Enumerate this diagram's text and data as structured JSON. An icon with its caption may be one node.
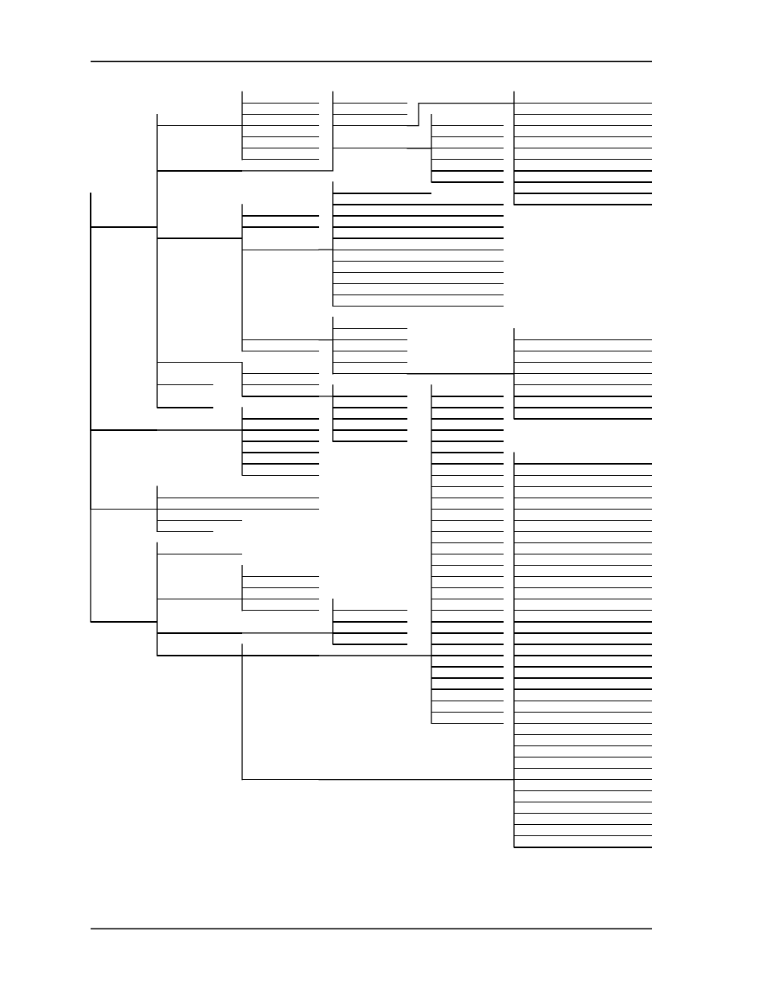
{
  "diagram": {
    "nodes": [
      {
        "text": [],
        "shape": "line"
      },
      {
        "text": [],
        "shape": "line"
      },
      {
        "text": [],
        "shape": "line"
      },
      {
        "text": [],
        "shape": "line"
      },
      {
        "text": [],
        "shape": "line"
      },
      {
        "text": [],
        "shape": "line"
      },
      {
        "text": [],
        "shape": "line"
      },
      {
        "text": [],
        "shape": "line"
      },
      {
        "text": [],
        "shape": "line"
      },
      {
        "text": [],
        "shape": "line"
      },
      {
        "text": [],
        "shape": "line"
      },
      {
        "text": [],
        "shape": "line"
      },
      {
        "text": [],
        "shape": "line"
      },
      {
        "text": [],
        "shape": "line"
      },
      {
        "text": [],
        "shape": "line"
      },
      {
        "text": [],
        "shape": "line"
      },
      {
        "text": [],
        "shape": "line"
      },
      {
        "text": [],
        "shape": "line"
      },
      {
        "text": [],
        "shape": "line"
      },
      {
        "text": [],
        "shape": "line"
      },
      {
        "text": [],
        "shape": "line"
      },
      {
        "text": [],
        "shape": "line"
      },
      {
        "text": [],
        "shape": "line"
      },
      {
        "text": [],
        "shape": "line"
      },
      {
        "text": [],
        "shape": "line"
      },
      {
        "text": [],
        "shape": "line"
      },
      {
        "text": [],
        "shape": "line"
      },
      {
        "text": [],
        "shape": "line"
      },
      {
        "text": [],
        "shape": "line"
      },
      {
        "text": [],
        "shape": "line"
      },
      {
        "text": [],
        "shape": "line"
      },
      {
        "text": [],
        "shape": "line"
      },
      {
        "text": [],
        "shape": "line"
      },
      {
        "text": [],
        "shape": "line"
      },
      {
        "text": [],
        "shape": "line"
      },
      {
        "text": [],
        "shape": "line"
      },
      {
        "text": [],
        "shape": "line"
      },
      {
        "text": [],
        "shape": "line"
      },
      {
        "text": [],
        "shape": "line"
      },
      {
        "text": [],
        "shape": "line"
      },
      {
        "text": [],
        "shape": "line"
      },
      {
        "text": [],
        "shape": "line"
      },
      {
        "text": [],
        "shape": "line"
      },
      {
        "text": [],
        "shape": "line"
      },
      {
        "text": [],
        "shape": "line"
      },
      {
        "text": [],
        "shape": "line"
      },
      {
        "text": [],
        "shape": "line"
      },
      {
        "text": [],
        "shape": "line"
      },
      {
        "text": [],
        "shape": "line"
      },
      {
        "text": [],
        "shape": "line"
      },
      {
        "text": [],
        "shape": "line"
      },
      {
        "text": [],
        "shape": "line"
      },
      {
        "text": [],
        "shape": "line"
      },
      {
        "text": [],
        "shape": "line"
      },
      {
        "text": [],
        "shape": "line"
      },
      {
        "text": [],
        "shape": "line"
      },
      {
        "text": [],
        "shape": "line"
      },
      {
        "text": [],
        "shape": "line"
      },
      {
        "text": [],
        "shape": "line"
      },
      {
        "text": [],
        "shape": "line"
      },
      {
        "text": [],
        "shape": "line"
      },
      {
        "text": [],
        "shape": "line"
      },
      {
        "text": [],
        "shape": "line"
      },
      {
        "text": [],
        "shape": "line"
      },
      {
        "text": [],
        "shape": "line"
      },
      {
        "text": [],
        "shape": "line"
      },
      {
        "text": [],
        "shape": "line"
      },
      {
        "text": [],
        "shape": "line"
      },
      {
        "text": [],
        "shape": "line"
      },
      {
        "text": [],
        "shape": "line"
      },
      {
        "text": [],
        "shape": "line"
      },
      {
        "text": [],
        "shape": "line"
      },
      {
        "text": [],
        "shape": "line"
      },
      {
        "text": [],
        "shape": "line"
      },
      {
        "text": [],
        "shape": "line"
      },
      {
        "text": [],
        "shape": "line"
      },
      {
        "text": [],
        "shape": "line"
      },
      {
        "text": [],
        "shape": "line"
      },
      {
        "text": [],
        "shape": "line"
      },
      {
        "text": [],
        "shape": "line"
      },
      {
        "text": [],
        "shape": "line"
      },
      {
        "text": [],
        "shape": "line"
      },
      {
        "text": [],
        "shape": "line"
      },
      {
        "text": [],
        "shape": "line"
      },
      {
        "text": [],
        "shape": "line"
      },
      {
        "text": [],
        "shape": "line"
      },
      {
        "text": [],
        "shape": "line"
      },
      {
        "text": [],
        "shape": "line"
      },
      {
        "text": [],
        "shape": "line"
      },
      {
        "text": [],
        "shape": "line"
      },
      {
        "text": [],
        "shape": "line"
      },
      {
        "text": [],
        "shape": "line"
      },
      {
        "text": [],
        "shape": "line"
      },
      {
        "text": [],
        "shape": "line"
      },
      {
        "text": [],
        "shape": "line"
      },
      {
        "text": [],
        "shape": "line"
      },
      {
        "text": [],
        "shape": "line"
      },
      {
        "text": [],
        "shape": "line"
      },
      {
        "text": [],
        "shape": "line"
      },
      {
        "text": [],
        "shape": "line"
      },
      {
        "text": [],
        "shape": "line"
      },
      {
        "text": [],
        "shape": "line"
      },
      {
        "text": [],
        "shape": "line"
      },
      {
        "text": [],
        "shape": "line"
      },
      {
        "text": [],
        "shape": "line"
      },
      {
        "text": [],
        "shape": "line"
      },
      {
        "text": [],
        "shape": "line"
      },
      {
        "text": [],
        "shape": "line"
      },
      {
        "text": [],
        "shape": "line"
      },
      {
        "text": [],
        "shape": "line"
      },
      {
        "text": [],
        "shape": "line"
      },
      {
        "text": [],
        "shape": "line"
      },
      {
        "text": [],
        "shape": "line"
      },
      {
        "text": [],
        "shape": "line"
      },
      {
        "text": [],
        "shape": "line"
      },
      {
        "text": [],
        "shape": "line"
      },
      {
        "text": [],
        "shape": "line"
      },
      {
        "text": [],
        "shape": "line"
      },
      {
        "text": [],
        "shape": "line"
      },
      {
        "text": [],
        "shape": "line"
      },
      {
        "text": [],
        "shape": "line"
      },
      {
        "text": [],
        "shape": "line"
      },
      {
        "text": [],
        "shape": "line"
      },
      {
        "text": [],
        "shape": "line"
      },
      {
        "text": [],
        "shape": "line"
      },
      {
        "text": [],
        "shape": "line"
      },
      {
        "text": [],
        "shape": "line"
      },
      {
        "text": [],
        "shape": "line"
      },
      {
        "text": [],
        "shape": "line"
      },
      {
        "text": [],
        "shape": "line"
      },
      {
        "text": [],
        "shape": "line"
      },
      {
        "text": [],
        "shape": "line"
      },
      {
        "text": [],
        "shape": "line"
      },
      {
        "text": [],
        "shape": "line"
      },
      {
        "text": [],
        "shape": "line"
      },
      {
        "text": [],
        "shape": "line"
      },
      {
        "text": [],
        "shape": "line"
      },
      {
        "text": [],
        "shape": "line"
      },
      {
        "text": [],
        "shape": "line"
      },
      {
        "text": [],
        "shape": "line"
      },
      {
        "text": [],
        "shape": "line"
      },
      {
        "text": [],
        "shape": "line"
      },
      {
        "text": [],
        "shape": "line"
      },
      {
        "text": [],
        "shape": "line"
      },
      {
        "text": [],
        "shape": "line"
      },
      {
        "text": [],
        "shape": "line"
      },
      {
        "text": [],
        "shape": "line"
      },
      {
        "text": [],
        "shape": "line"
      },
      {
        "text": [],
        "shape": "line"
      },
      {
        "text": [],
        "shape": "line"
      },
      {
        "text": [],
        "shape": "line"
      },
      {
        "text": [],
        "shape": "line"
      },
      {
        "text": [],
        "shape": "line"
      },
      {
        "text": [],
        "shape": "line"
      },
      {
        "text": [],
        "shape": "line"
      },
      {
        "text": [],
        "shape": "line"
      },
      {
        "text": [],
        "shape": "line"
      },
      {
        "text": [],
        "shape": "line"
      },
      {
        "text": [],
        "shape": "line"
      },
      {
        "text": [],
        "shape": "line"
      },
      {
        "text": [],
        "shape": "line"
      },
      {
        "text": [],
        "shape": "line"
      }
    ],
    "edges": [
      {
        "from": null,
        "to": 0,
        "arrow": "none"
      },
      {
        "from": 0,
        "to": 1,
        "arrow": "none"
      },
      {
        "from": 1,
        "to": 2,
        "arrow": "none"
      },
      {
        "from": 1,
        "to": 3,
        "arrow": "none"
      },
      {
        "from": 1,
        "to": 4,
        "arrow": "none"
      },
      {
        "from": 1,
        "to": 5,
        "arrow": "none"
      },
      {
        "from": 1,
        "to": 6,
        "arrow": "none"
      },
      {
        "from": 1,
        "to": 7,
        "arrow": "none"
      },
      {
        "from": 0,
        "to": 8,
        "arrow": "none"
      },
      {
        "from": 8,
        "to": 9,
        "arrow": "none"
      },
      {
        "from": 8,
        "to": 10,
        "arrow": "none"
      },
      {
        "from": 8,
        "to": 11,
        "arrow": "none"
      },
      {
        "from": 11,
        "to": 12,
        "arrow": "none"
      },
      {
        "from": 11,
        "to": 13,
        "arrow": "none"
      },
      {
        "from": 11,
        "to": 14,
        "arrow": "none"
      },
      {
        "from": 11,
        "to": 15,
        "arrow": "none"
      },
      {
        "from": 11,
        "to": 16,
        "arrow": "none"
      },
      {
        "from": 11,
        "to": 17,
        "arrow": "none"
      },
      {
        "from": 11,
        "to": 18,
        "arrow": "none"
      },
      {
        "from": 11,
        "to": 19,
        "arrow": "none"
      },
      {
        "from": 11,
        "to": 20,
        "arrow": "none"
      },
      {
        "from": 11,
        "to": 21,
        "arrow": "none"
      },
      {
        "from": 8,
        "to": 22,
        "arrow": "none"
      },
      {
        "from": 22,
        "to": 23,
        "arrow": "none"
      },
      {
        "from": 22,
        "to": 24,
        "arrow": "none"
      },
      {
        "from": 22,
        "to": 25,
        "arrow": "none"
      },
      {
        "from": 22,
        "to": 26,
        "arrow": "none"
      },
      {
        "from": 22,
        "to": 27,
        "arrow": "none"
      },
      {
        "from": 22,
        "to": 28,
        "arrow": "none"
      },
      {
        "from": 0,
        "to": 29,
        "arrow": "none"
      },
      {
        "from": 29,
        "to": 30,
        "arrow": "none"
      },
      {
        "from": 29,
        "to": 31,
        "arrow": "none"
      },
      {
        "from": 29,
        "to": 32,
        "arrow": "none"
      },
      {
        "from": 32,
        "to": 33,
        "arrow": "none"
      },
      {
        "from": 32,
        "to": 34,
        "arrow": "none"
      },
      {
        "from": 32,
        "to": 35,
        "arrow": "none"
      },
      {
        "from": 32,
        "to": 36,
        "arrow": "none"
      },
      {
        "from": 32,
        "to": 37,
        "arrow": "none"
      },
      {
        "from": 32,
        "to": 38,
        "arrow": "none"
      },
      {
        "from": 32,
        "to": 39,
        "arrow": "none"
      },
      {
        "from": 32,
        "to": 40,
        "arrow": "none"
      },
      {
        "from": 32,
        "to": 41,
        "arrow": "none"
      },
      {
        "from": 32,
        "to": 42,
        "arrow": "none"
      },
      {
        "from": 32,
        "to": 43,
        "arrow": "none"
      },
      {
        "from": 29,
        "to": 44,
        "arrow": "none"
      },
      {
        "from": 44,
        "to": 45,
        "arrow": "none"
      },
      {
        "from": 44,
        "to": 46,
        "arrow": "none"
      },
      {
        "from": 44,
        "to": 47,
        "arrow": "none"
      },
      {
        "from": 44,
        "to": 48,
        "arrow": "none"
      },
      {
        "from": 44,
        "to": 49,
        "arrow": "none"
      },
      {
        "from": 49,
        "to": 50,
        "arrow": "none"
      },
      {
        "from": 49,
        "to": 51,
        "arrow": "none"
      },
      {
        "from": 49,
        "to": 52,
        "arrow": "none"
      },
      {
        "from": 49,
        "to": 53,
        "arrow": "none"
      },
      {
        "from": 49,
        "to": 54,
        "arrow": "none"
      },
      {
        "from": 49,
        "to": 55,
        "arrow": "none"
      },
      {
        "from": 49,
        "to": 56,
        "arrow": "none"
      },
      {
        "from": 49,
        "to": 57,
        "arrow": "none"
      },
      {
        "from": 29,
        "to": 58,
        "arrow": "none"
      },
      {
        "from": 0,
        "to": 59,
        "arrow": "none"
      },
      {
        "from": 59,
        "to": 60,
        "arrow": "none"
      },
      {
        "from": 59,
        "to": 61,
        "arrow": "none"
      },
      {
        "from": 59,
        "to": 62,
        "arrow": "none"
      },
      {
        "from": 62,
        "to": 63,
        "arrow": "none"
      },
      {
        "from": 62,
        "to": 64,
        "arrow": "none"
      },
      {
        "from": 62,
        "to": 65,
        "arrow": "none"
      },
      {
        "from": 62,
        "to": 66,
        "arrow": "none"
      },
      {
        "from": 62,
        "to": 67,
        "arrow": "none"
      },
      {
        "from": 0,
        "to": 68,
        "arrow": "none"
      },
      {
        "from": 0,
        "to": 69,
        "arrow": "none"
      },
      {
        "from": null,
        "to": 70,
        "arrow": "none"
      },
      {
        "from": 70,
        "to": 71,
        "arrow": "none"
      },
      {
        "from": 70,
        "to": 72,
        "arrow": "none"
      },
      {
        "from": 70,
        "to": 73,
        "arrow": "none"
      },
      {
        "from": 70,
        "to": 74,
        "arrow": "none"
      },
      {
        "from": 70,
        "to": 75,
        "arrow": "none"
      },
      {
        "from": 70,
        "to": 76,
        "arrow": "none"
      },
      {
        "from": null,
        "to": 77,
        "arrow": "none"
      },
      {
        "from": 77,
        "to": 78,
        "arrow": "none"
      },
      {
        "from": 77,
        "to": 79,
        "arrow": "none"
      },
      {
        "from": 77,
        "to": 80,
        "arrow": "none"
      },
      {
        "from": 77,
        "to": 81,
        "arrow": "none"
      },
      {
        "from": null,
        "to": 82,
        "arrow": "none"
      },
      {
        "from": 82,
        "to": 83,
        "arrow": "none"
      },
      {
        "from": 82,
        "to": 84,
        "arrow": "none"
      },
      {
        "from": 84,
        "to": 85,
        "arrow": "none"
      },
      {
        "from": 84,
        "to": 86,
        "arrow": "none"
      },
      {
        "from": 84,
        "to": 87,
        "arrow": "none"
      },
      {
        "from": 84,
        "to": 88,
        "arrow": "none"
      },
      {
        "from": 82,
        "to": 89,
        "arrow": "none"
      },
      {
        "from": 89,
        "to": 90,
        "arrow": "none"
      },
      {
        "from": 89,
        "to": 91,
        "arrow": "none"
      },
      {
        "from": 89,
        "to": 92,
        "arrow": "none"
      },
      {
        "from": 89,
        "to": 93,
        "arrow": "none"
      },
      {
        "from": 82,
        "to": 94,
        "arrow": "none"
      },
      {
        "from": 94,
        "to": 95,
        "arrow": "none"
      },
      {
        "from": 95,
        "to": 96,
        "arrow": "none"
      },
      {
        "from": 95,
        "to": 97,
        "arrow": "none"
      },
      {
        "from": 95,
        "to": 98,
        "arrow": "none"
      },
      {
        "from": 95,
        "to": 99,
        "arrow": "none"
      },
      {
        "from": 95,
        "to": 100,
        "arrow": "none"
      },
      {
        "from": 95,
        "to": 101,
        "arrow": "none"
      },
      {
        "from": 95,
        "to": 102,
        "arrow": "none"
      },
      {
        "from": 95,
        "to": 103,
        "arrow": "none"
      },
      {
        "from": 95,
        "to": 104,
        "arrow": "none"
      },
      {
        "from": 95,
        "to": 105,
        "arrow": "none"
      },
      {
        "from": 95,
        "to": 106,
        "arrow": "none"
      },
      {
        "from": 95,
        "to": 107,
        "arrow": "none"
      },
      {
        "from": 95,
        "to": 108,
        "arrow": "none"
      },
      {
        "from": 95,
        "to": 109,
        "arrow": "none"
      },
      {
        "from": 95,
        "to": 110,
        "arrow": "none"
      },
      {
        "from": 95,
        "to": 111,
        "arrow": "none"
      },
      {
        "from": 95,
        "to": 112,
        "arrow": "none"
      },
      {
        "from": 95,
        "to": 113,
        "arrow": "none"
      },
      {
        "from": 95,
        "to": 114,
        "arrow": "none"
      },
      {
        "from": 95,
        "to": 115,
        "arrow": "none"
      },
      {
        "from": 95,
        "to": 116,
        "arrow": "none"
      },
      {
        "from": 95,
        "to": 117,
        "arrow": "none"
      },
      {
        "from": 95,
        "to": 118,
        "arrow": "none"
      },
      {
        "from": 95,
        "to": 119,
        "arrow": "none"
      },
      {
        "from": 95,
        "to": 120,
        "arrow": "none"
      },
      {
        "from": 95,
        "to": 121,
        "arrow": "none"
      },
      {
        "from": 95,
        "to": 122,
        "arrow": "none"
      },
      {
        "from": 95,
        "to": 123,
        "arrow": "none"
      },
      {
        "from": 95,
        "to": 124,
        "arrow": "none"
      },
      {
        "from": 95,
        "to": 125,
        "arrow": "none"
      },
      {
        "from": 94,
        "to": 126,
        "arrow": "none"
      },
      {
        "from": 126,
        "to": 127,
        "arrow": "none"
      },
      {
        "from": 126,
        "to": 128,
        "arrow": "none"
      },
      {
        "from": 126,
        "to": 129,
        "arrow": "none"
      },
      {
        "from": 126,
        "to": 130,
        "arrow": "none"
      },
      {
        "from": 126,
        "to": 131,
        "arrow": "none"
      },
      {
        "from": 126,
        "to": 132,
        "arrow": "none"
      },
      {
        "from": 126,
        "to": 133,
        "arrow": "none"
      },
      {
        "from": 126,
        "to": 134,
        "arrow": "none"
      },
      {
        "from": 126,
        "to": 135,
        "arrow": "none"
      },
      {
        "from": 126,
        "to": 136,
        "arrow": "none"
      },
      {
        "from": 126,
        "to": 137,
        "arrow": "none"
      },
      {
        "from": 126,
        "to": 138,
        "arrow": "none"
      },
      {
        "from": 126,
        "to": 139,
        "arrow": "none"
      },
      {
        "from": 126,
        "to": 140,
        "arrow": "none"
      },
      {
        "from": 126,
        "to": 141,
        "arrow": "none"
      },
      {
        "from": 126,
        "to": 142,
        "arrow": "none"
      },
      {
        "from": 126,
        "to": 143,
        "arrow": "none"
      },
      {
        "from": 126,
        "to": 144,
        "arrow": "none"
      },
      {
        "from": 126,
        "to": 145,
        "arrow": "none"
      },
      {
        "from": 126,
        "to": 146,
        "arrow": "none"
      },
      {
        "from": 126,
        "to": 147,
        "arrow": "none"
      },
      {
        "from": 126,
        "to": 148,
        "arrow": "none"
      },
      {
        "from": 126,
        "to": 149,
        "arrow": "none"
      },
      {
        "from": 126,
        "to": 150,
        "arrow": "none"
      },
      {
        "from": 126,
        "to": 151,
        "arrow": "none"
      },
      {
        "from": 126,
        "to": 152,
        "arrow": "none"
      },
      {
        "from": 126,
        "to": 153,
        "arrow": "none"
      },
      {
        "from": 126,
        "to": 154,
        "arrow": "none"
      },
      {
        "from": 126,
        "to": 155,
        "arrow": "none"
      },
      {
        "from": 126,
        "to": 156,
        "arrow": "none"
      },
      {
        "from": 126,
        "to": 157,
        "arrow": "none"
      },
      {
        "from": 126,
        "to": 158,
        "arrow": "none"
      },
      {
        "from": 126,
        "to": 159,
        "arrow": "none"
      },
      {
        "from": 126,
        "to": 160,
        "arrow": "none"
      },
      {
        "from": 126,
        "to": 161,
        "arrow": "none"
      }
    ]
  }
}
